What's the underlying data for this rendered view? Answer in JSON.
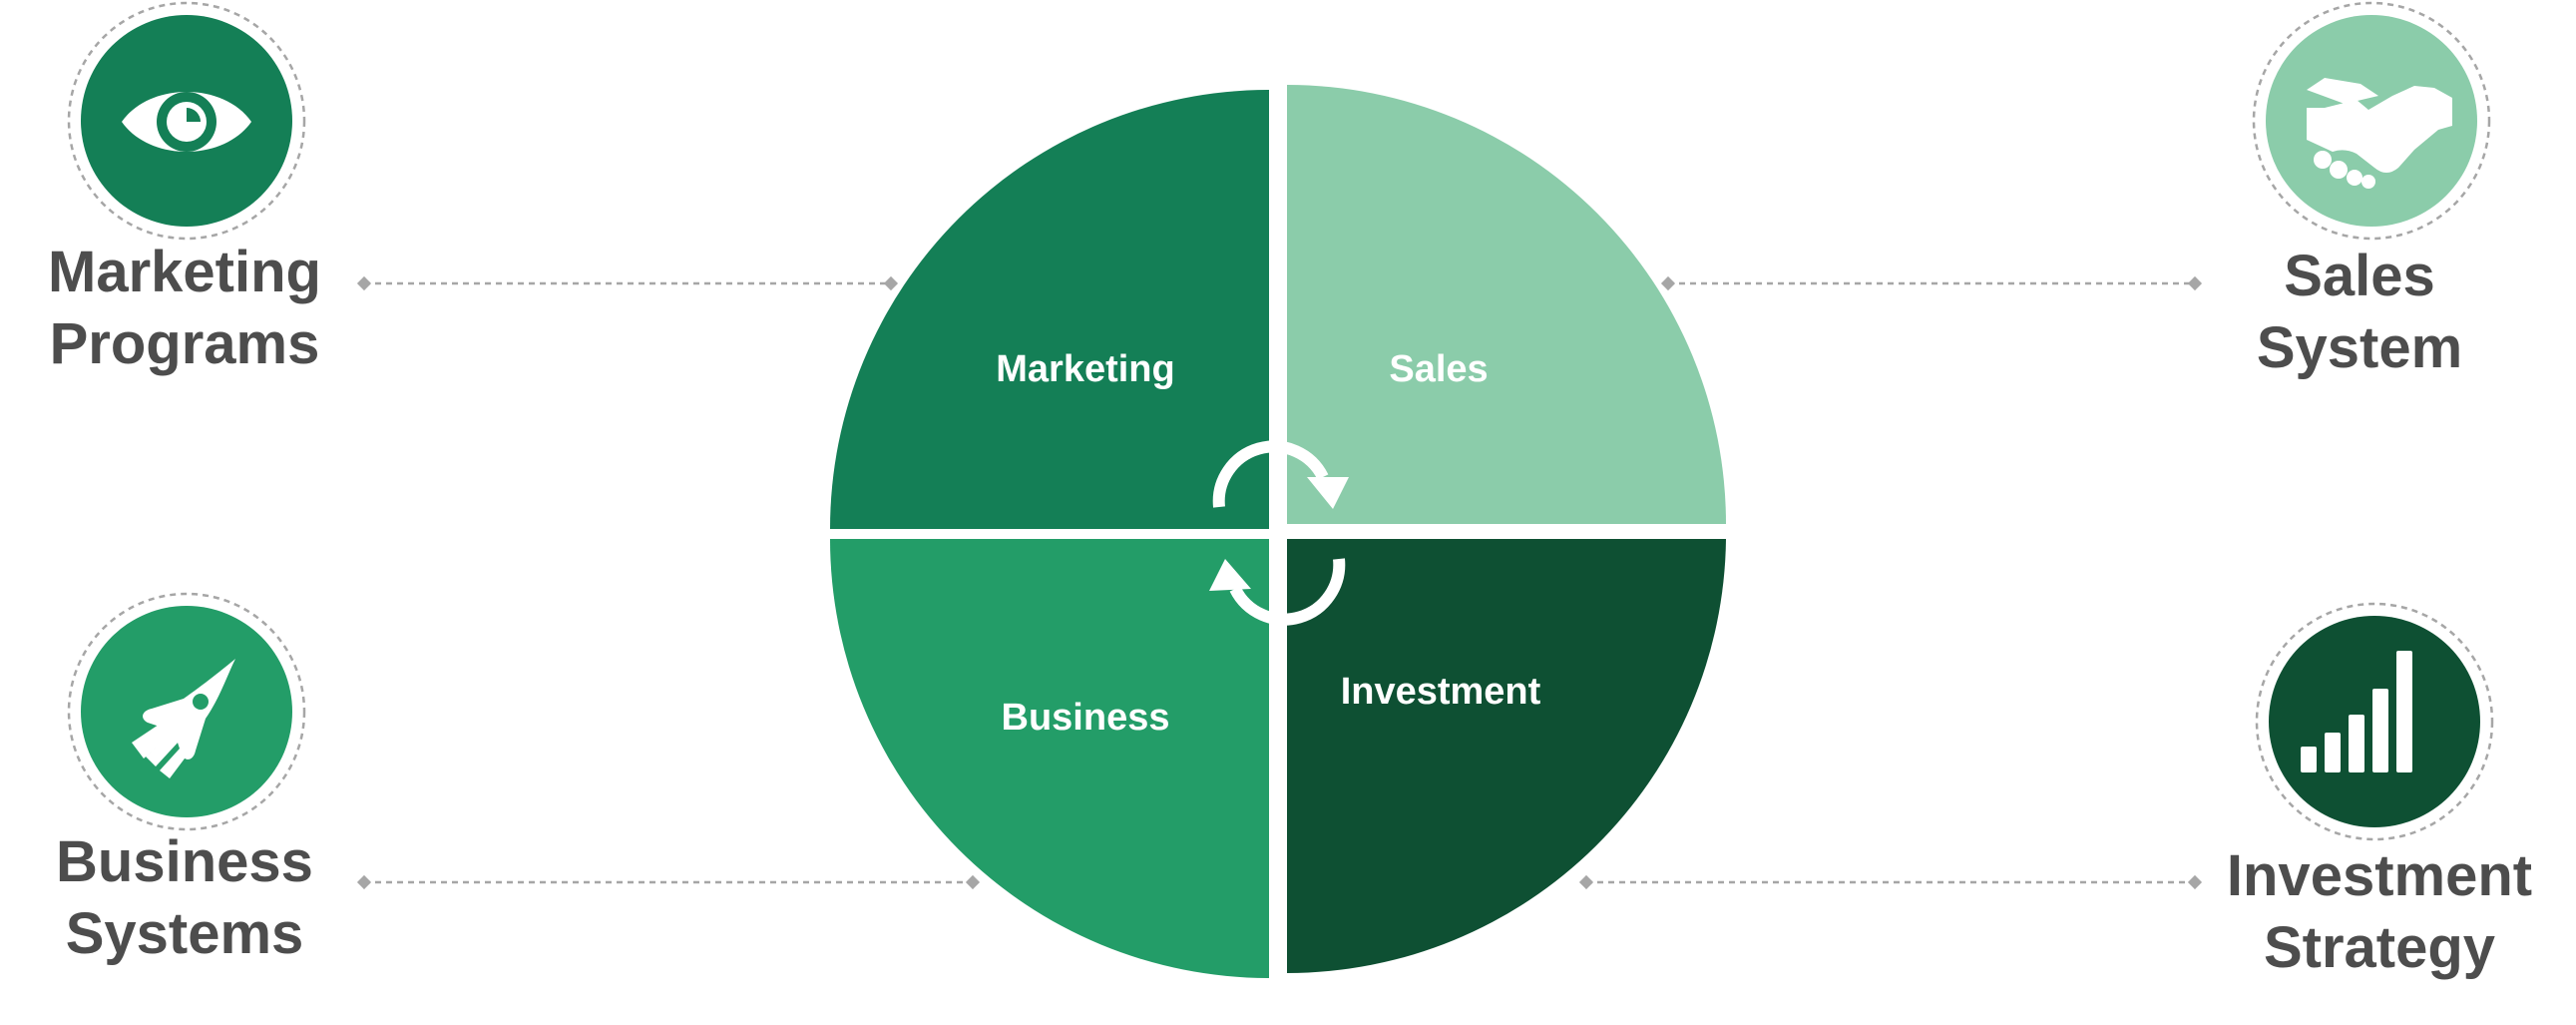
{
  "colors": {
    "marketing": "#147f56",
    "sales": "#8bccaa",
    "business": "#239d68",
    "investment": "#0e5033",
    "label_text": "#4d4d4d",
    "connector": "#a6a6a6",
    "ring": "#a6a6a6"
  },
  "quadrants": {
    "marketing": "Marketing",
    "sales": "Sales",
    "business": "Business",
    "investment": "Investment"
  },
  "sides": {
    "marketing_programs": {
      "line1": "Marketing",
      "line2": "Programs",
      "icon": "eye-icon"
    },
    "sales_system": {
      "line1": "Sales",
      "line2": "System",
      "icon": "handshake-icon"
    },
    "business_systems": {
      "line1": "Business",
      "line2": "Systems",
      "icon": "rocket-icon"
    },
    "investment_strategy": {
      "line1": "Investment",
      "line2": "Strategy",
      "icon": "bar-chart-icon"
    }
  },
  "center_icon": "cycle-arrows-icon"
}
